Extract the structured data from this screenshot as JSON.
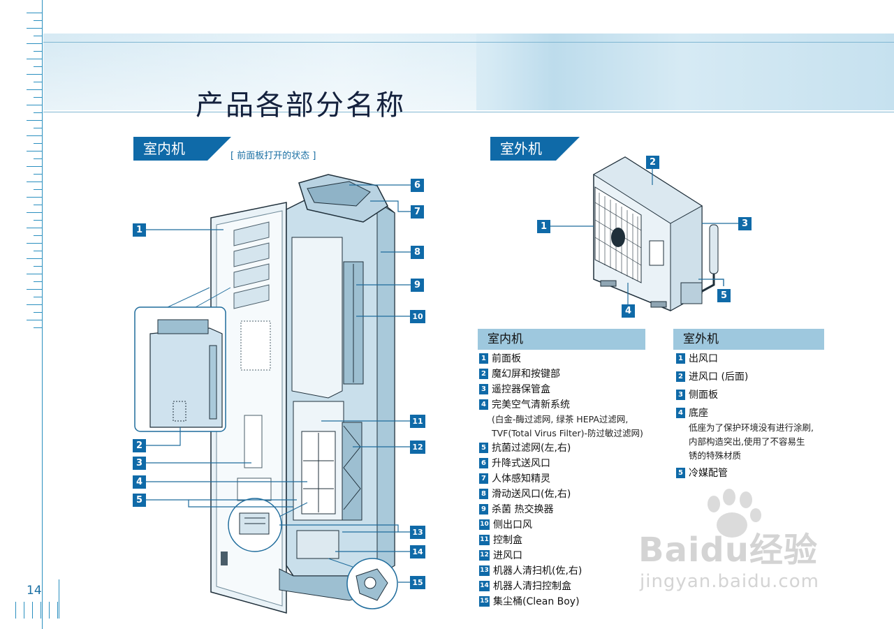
{
  "page": {
    "title": "产品各部分名称",
    "page_number": "14",
    "colors": {
      "accent": "#0f6aa8",
      "legend_header": "#9ec8de",
      "line": "#2a8fbf"
    }
  },
  "indoor": {
    "tab": "室内机",
    "note": "[ 前面板打开的状态 ]",
    "callouts": [
      "1",
      "2",
      "3",
      "4",
      "5",
      "6",
      "7",
      "8",
      "9",
      "10",
      "11",
      "12",
      "13",
      "14",
      "15"
    ]
  },
  "outdoor": {
    "tab": "室外机",
    "callouts": [
      "1",
      "2",
      "3",
      "4",
      "5"
    ]
  },
  "legend_indoor": {
    "header": "室内机",
    "items": [
      {
        "n": "1",
        "label": "前面板"
      },
      {
        "n": "2",
        "label": "魔幻屏和按键部"
      },
      {
        "n": "3",
        "label": "遥控器保管盒"
      },
      {
        "n": "4",
        "label": "完美空气清新系统"
      },
      {
        "n": "5",
        "label": "抗菌过滤网(左,右)"
      },
      {
        "n": "6",
        "label": "升降式送风口"
      },
      {
        "n": "7",
        "label": "人体感知精灵"
      },
      {
        "n": "8",
        "label": "滑动送风口(佐,右)"
      },
      {
        "n": "9",
        "label": "杀菌 热交换器"
      },
      {
        "n": "10",
        "label": "侧出口风"
      },
      {
        "n": "11",
        "label": "控制盒"
      },
      {
        "n": "12",
        "label": "进风口"
      },
      {
        "n": "13",
        "label": "机器人清扫机(佐,右)"
      },
      {
        "n": "14",
        "label": "机器人清扫控制盒"
      },
      {
        "n": "15",
        "label": "集尘桶(Clean Boy)"
      }
    ],
    "item4_desc": [
      "(白金-酶过滤网, 绿茶 HEPA过滤网,",
      "TVF(Total Virus Filter)-防过敏过滤网)"
    ]
  },
  "legend_outdoor": {
    "header": "室外机",
    "items": [
      {
        "n": "1",
        "label": "出风口"
      },
      {
        "n": "2",
        "label": "进风口 (后面)"
      },
      {
        "n": "3",
        "label": "侧面板"
      },
      {
        "n": "4",
        "label": "底座"
      },
      {
        "n": "5",
        "label": "冷媒配管"
      }
    ],
    "item4_desc": [
      "低座为了保护环境没有进行涂刷,",
      "内部构造突出,使用了不容易生",
      "锈的特殊材质"
    ]
  },
  "watermark": {
    "brand": "Baidu经验",
    "url": "jingyan.baidu.com"
  }
}
